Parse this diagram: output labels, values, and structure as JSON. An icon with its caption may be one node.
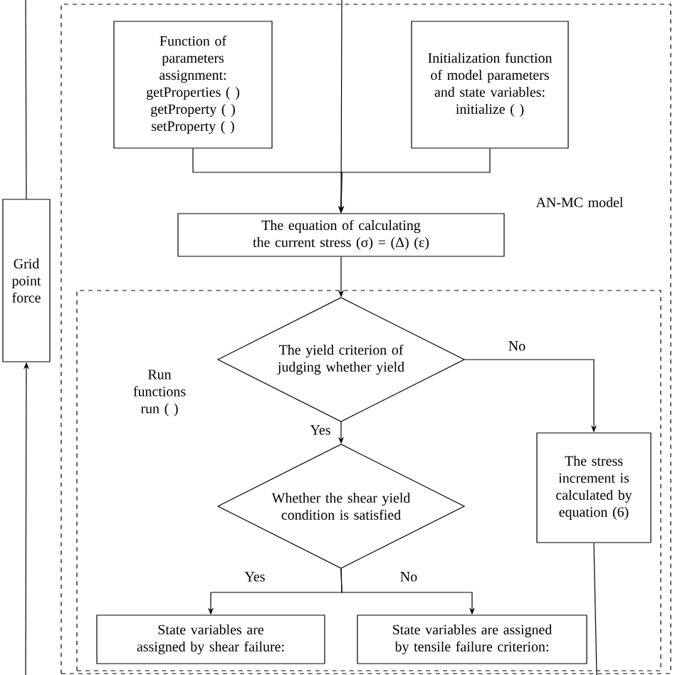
{
  "diagram": {
    "nodes": [
      {
        "text": [
          "AN-MC model"
        ]
      },
      {
        "text": [
          "Function of parameters assignment: getProperties ( ) getProperty ( ) setProperty ( )"
        ],
        "in": 0
      },
      {
        "text": [
          "Initialization function of model parameters and state variables: initialize ( )"
        ],
        "in": 0
      },
      {
        "text": [
          "The equation of calculating the current stress (σ) = (Δ) (ε)"
        ],
        "in": 0
      },
      {
        "text": [
          "Run functions run ( )"
        ],
        "in": 0
      },
      {
        "text": [
          "The yield criterion of judging whether yield"
        ],
        "in": 4
      },
      {
        "text": [
          "The stress increment is calculated by equation (6)"
        ],
        "in": 4
      },
      {
        "text": [
          "Whether the shear yield condition is satisfied"
        ],
        "in": 4
      },
      {
        "text": [
          "State variables are assigned by shear failure:"
        ],
        "in": 4
      },
      {
        "text": [
          "State variables are assigned by tensile failure criterion:"
        ],
        "in": 4
      },
      {
        "text": [
          "Grid point force"
        ]
      }
    ],
    "edges": [
      {
        "from": null,
        "to": 3,
        "arrow": "to"
      },
      {
        "from": 1,
        "to": 3,
        "arrow": "to"
      },
      {
        "from": 2,
        "to": 3,
        "arrow": "to"
      },
      {
        "from": 3,
        "to": 5,
        "arrow": "to"
      },
      {
        "from": 5,
        "to": 6,
        "arrow": "to",
        "label": "No"
      },
      {
        "from": 5,
        "to": 7,
        "arrow": "to",
        "label": "Yes"
      },
      {
        "from": 7,
        "to": 8,
        "arrow": "to",
        "label": "Yes"
      },
      {
        "from": 7,
        "to": 9,
        "arrow": "to",
        "label": "No"
      },
      {
        "from": 6,
        "to": null,
        "arrow": "none"
      },
      {
        "from": 10,
        "to": null,
        "arrow": "none"
      },
      {
        "from": null,
        "to": 10,
        "arrow": "to"
      }
    ]
  }
}
